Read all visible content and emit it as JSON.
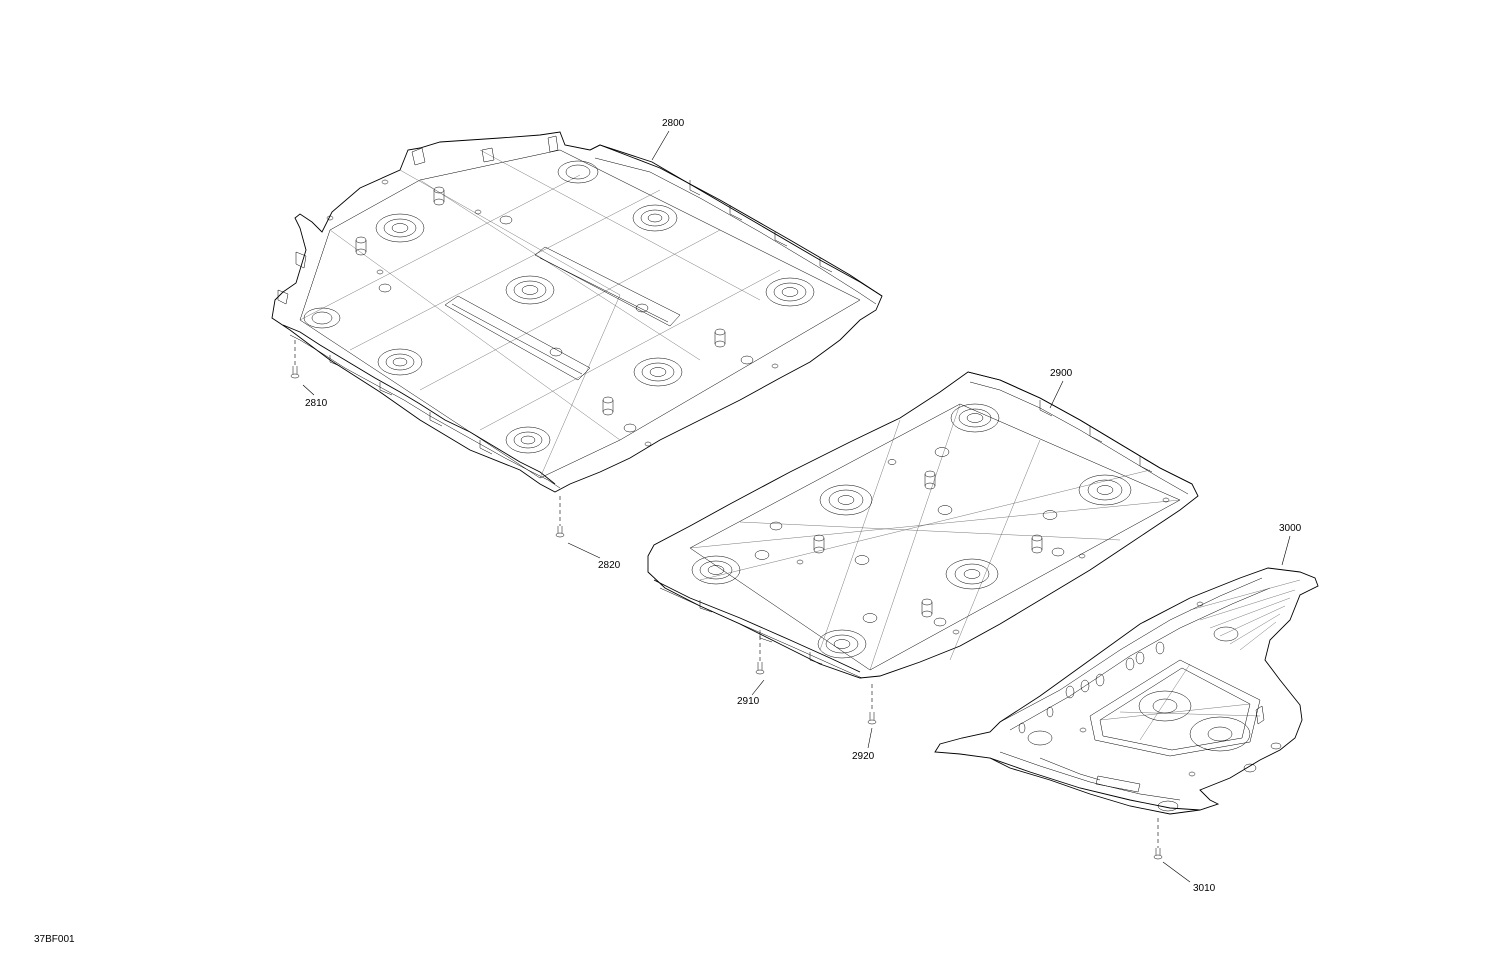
{
  "drawing_id": "37BF001",
  "callouts": [
    {
      "id": "2800",
      "text": "2800"
    },
    {
      "id": "2810",
      "text": "2810"
    },
    {
      "id": "2820",
      "text": "2820"
    },
    {
      "id": "2900",
      "text": "2900"
    },
    {
      "id": "2910",
      "text": "2910"
    },
    {
      "id": "2920",
      "text": "2920"
    },
    {
      "id": "3000",
      "text": "3000"
    },
    {
      "id": "3010",
      "text": "3010"
    }
  ]
}
